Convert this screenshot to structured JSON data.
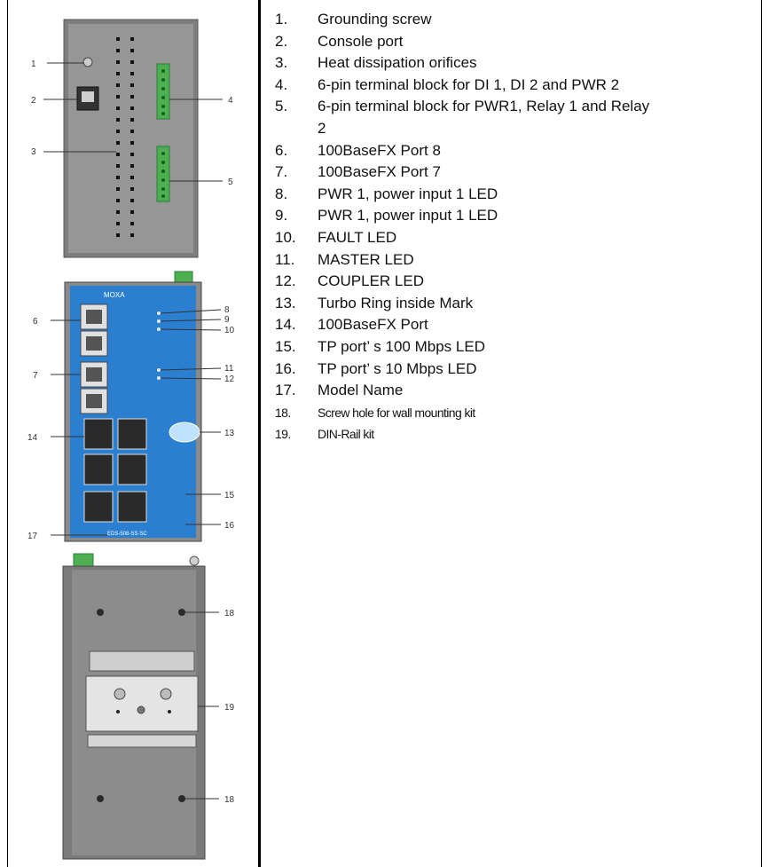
{
  "legend": [
    {
      "n": "1.",
      "t": "Grounding screw"
    },
    {
      "n": "2.",
      "t": "Console port"
    },
    {
      "n": "3.",
      "t": "Heat dissipation orifices"
    },
    {
      "n": "4.",
      "t": "6-pin terminal block for DI 1, DI 2 and PWR 2"
    },
    {
      "n": "5.",
      "t": "6-pin terminal block for PWR1, Relay 1 and Relay"
    },
    {
      "n": "",
      "t": "2"
    },
    {
      "n": "6.",
      "t": "100BaseFX Port 8"
    },
    {
      "n": "7.",
      "t": "100BaseFX Port 7"
    },
    {
      "n": "8.",
      "t": "PWR 1, power input 1 LED"
    },
    {
      "n": "9.",
      "t": "PWR 1, power input 1 LED"
    },
    {
      "n": "10.",
      "t": "FAULT LED"
    },
    {
      "n": "11.",
      "t": "MASTER LED"
    },
    {
      "n": "12.",
      "t": "COUPLER LED"
    },
    {
      "n": "13.",
      "t": "Turbo Ring inside Mark"
    },
    {
      "n": "14.",
      "t": "100BaseFX Port"
    },
    {
      "n": "15.",
      "t": "TP port’ s 100 Mbps LED"
    },
    {
      "n": "16.",
      "t": "TP port’ s 10 Mbps LED"
    },
    {
      "n": "17.",
      "t": "Model Name"
    },
    {
      "n": "18.",
      "t": "Screw hole for wall mounting kit"
    },
    {
      "n": "19.",
      "t": "DIN-Rail kit"
    }
  ],
  "callouts": {
    "c1": "1",
    "c2": "2",
    "c3": "3",
    "c4": "4",
    "c5": "5",
    "c6": "6",
    "c7": "7",
    "c8": "8",
    "c9": "9",
    "c10": "10",
    "c11": "11",
    "c12": "12",
    "c13": "13",
    "c14": "14",
    "c15": "15",
    "c16": "16",
    "c17": "17",
    "c18a": "18",
    "c19": "19",
    "c18b": "18"
  },
  "device_labels": {
    "brand": "MOXA",
    "model": "EDS-508-SS-SC"
  },
  "colors": {
    "panel_blue": "#2b7fd0",
    "terminal_green": "#4caf50",
    "chassis_gray": "#8a8a8a",
    "rail_gray": "#cfcfcf"
  }
}
